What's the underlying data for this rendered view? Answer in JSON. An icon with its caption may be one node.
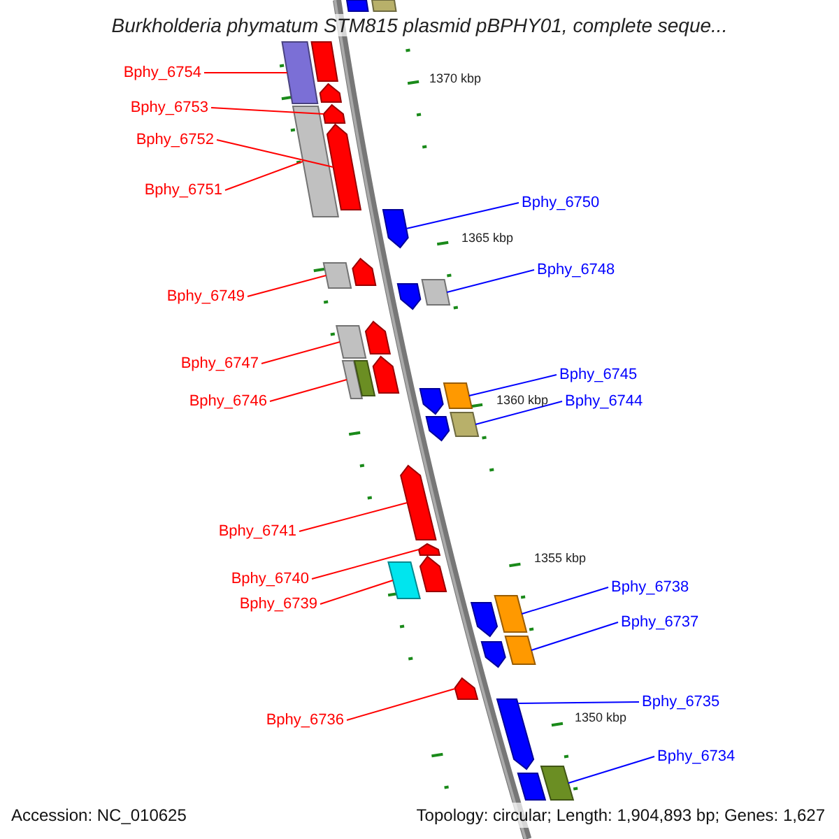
{
  "diagram": {
    "title": "Burkholderia phymatum STM815 plasmid pBPHY01, complete seque...",
    "nodes": [
      {
        "text": [
          "Bphy_6754"
        ]
      },
      {
        "text": [
          "Bphy_6753"
        ]
      },
      {
        "text": [
          "Bphy_6752"
        ]
      },
      {
        "text": [
          "Bphy_6751"
        ]
      },
      {
        "text": [
          "Bphy_6749"
        ]
      },
      {
        "text": [
          "Bphy_6747"
        ]
      },
      {
        "text": [
          "Bphy_6746"
        ]
      },
      {
        "text": [
          "Bphy_6741"
        ]
      },
      {
        "text": [
          "Bphy_6740"
        ]
      },
      {
        "text": [
          "Bphy_6739"
        ]
      },
      {
        "text": [
          "Bphy_6736"
        ]
      },
      {
        "text": [
          "Bphy_6750"
        ]
      },
      {
        "text": [
          "Bphy_6748"
        ]
      },
      {
        "text": [
          "Bphy_6745"
        ]
      },
      {
        "text": [
          "Bphy_6744"
        ]
      },
      {
        "text": [
          "Bphy_6738"
        ]
      },
      {
        "text": [
          "Bphy_6737"
        ]
      },
      {
        "text": [
          "Bphy_6735"
        ]
      },
      {
        "text": [
          "Bphy_6734"
        ]
      },
      {
        "text": [],
        "shape": "bar"
      },
      {
        "text": [],
        "shape": "bar"
      },
      {
        "text": [],
        "shape": "bar"
      },
      {
        "text": [],
        "shape": "bar"
      },
      {
        "text": [],
        "shape": "arrow"
      },
      {
        "text": [],
        "shape": "arrow"
      },
      {
        "text": [],
        "shape": "bar"
      },
      {
        "text": [],
        "shape": "arrow"
      },
      {
        "text": [],
        "shape": "arrow"
      },
      {
        "text": [],
        "shape": "bar"
      },
      {
        "text": [],
        "shape": "arrow"
      },
      {
        "text": [],
        "shape": "arrow"
      },
      {
        "text": [],
        "shape": "bar"
      },
      {
        "text": [],
        "shape": "bar"
      },
      {
        "text": [],
        "shape": "arrow"
      },
      {
        "text": [],
        "shape": "bar"
      },
      {
        "text": [],
        "shape": "bar"
      },
      {
        "text": [],
        "shape": "arrow"
      },
      {
        "text": [],
        "shape": "arrow"
      },
      {
        "text": [],
        "shape": "bar"
      },
      {
        "text": [],
        "shape": "arrow"
      },
      {
        "text": [],
        "shape": "bar"
      },
      {
        "text": [],
        "shape": "arrow"
      },
      {
        "text": [],
        "shape": "arrow"
      },
      {
        "text": [],
        "shape": "bar"
      },
      {
        "text": [],
        "shape": "arrow"
      },
      {
        "text": [],
        "shape": "arrow"
      },
      {
        "text": [],
        "shape": "bar"
      },
      {
        "text": [],
        "shape": "arrow"
      },
      {
        "text": [],
        "shape": "bar"
      },
      {
        "text": [],
        "shape": "arrow"
      },
      {
        "text": [],
        "shape": "arrow"
      },
      {
        "text": [],
        "shape": "bar"
      },
      {
        "text": [],
        "shape": "bar"
      }
    ],
    "edges": [
      {
        "from": 0,
        "to": 22,
        "arrow": "none"
      },
      {
        "from": 1,
        "to": 24,
        "arrow": "none"
      },
      {
        "from": 2,
        "to": 26,
        "arrow": "none"
      },
      {
        "from": 3,
        "to": 25,
        "arrow": "none"
      },
      {
        "from": 4,
        "to": 28,
        "arrow": "none"
      },
      {
        "from": 5,
        "to": 32,
        "arrow": "none"
      },
      {
        "from": 6,
        "to": 34,
        "arrow": "none"
      },
      {
        "from": 7,
        "to": 41,
        "arrow": "none"
      },
      {
        "from": 8,
        "to": 42,
        "arrow": "none"
      },
      {
        "from": 9,
        "to": 43,
        "arrow": "none"
      },
      {
        "from": 10,
        "to": 49,
        "arrow": "none"
      },
      {
        "from": 11,
        "to": 27,
        "arrow": "none",
        "color": "#0000ff"
      },
      {
        "from": 12,
        "to": 31,
        "arrow": "none",
        "color": "#0000ff"
      },
      {
        "from": 13,
        "to": 38,
        "arrow": "none",
        "color": "#0000ff"
      },
      {
        "from": 14,
        "to": 40,
        "arrow": "none",
        "color": "#0000ff"
      },
      {
        "from": 15,
        "to": 46,
        "arrow": "none",
        "color": "#0000ff"
      },
      {
        "from": 16,
        "to": 48,
        "arrow": "none",
        "color": "#0000ff"
      },
      {
        "from": 17,
        "to": 50,
        "arrow": "none",
        "color": "#0000ff"
      },
      {
        "from": 18,
        "to": 52,
        "arrow": "none",
        "color": "#0000ff"
      }
    ],
    "labels": [
      "1370 kbp",
      "1365 kbp",
      "1360 kbp",
      "1355 kbp",
      "1350 kbp",
      "Accession: NC_010625",
      "Topology: circular; Length: 1,904,893 bp; Genes: 1,627"
    ]
  }
}
